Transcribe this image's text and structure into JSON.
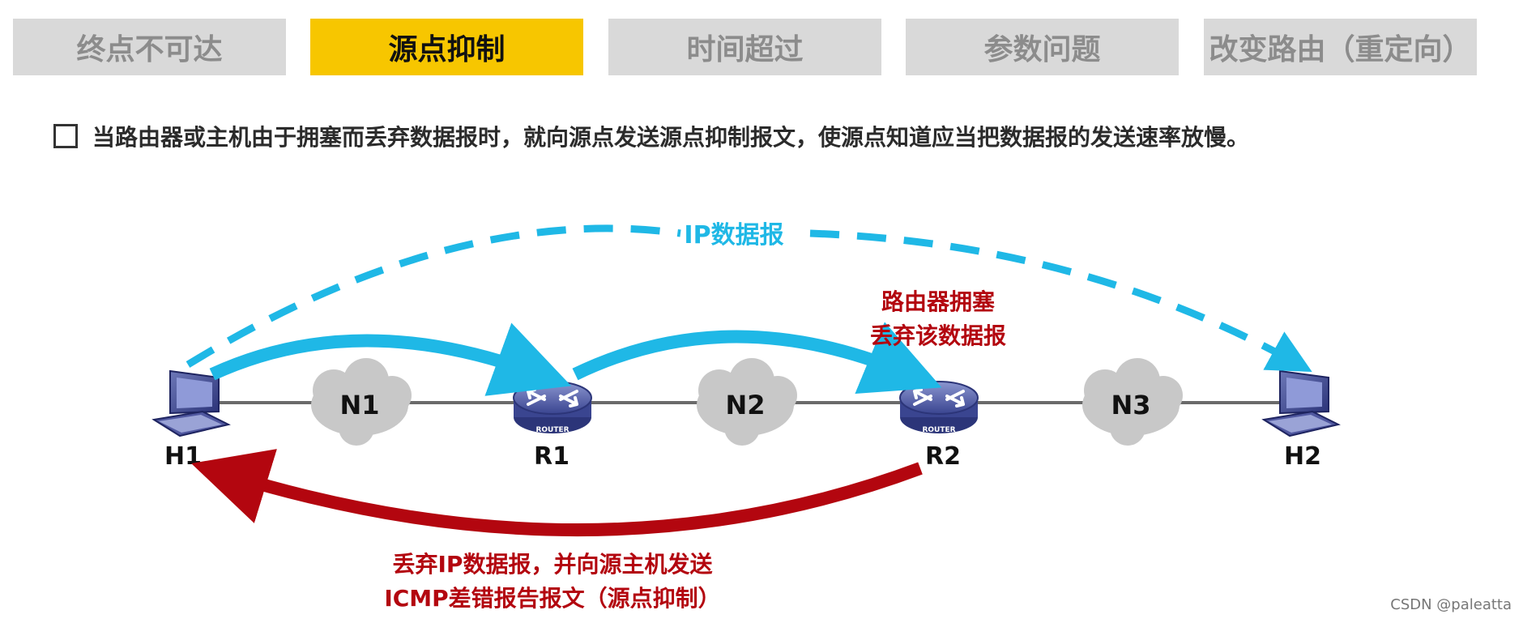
{
  "tabs": [
    {
      "label": "终点不可达",
      "active": false
    },
    {
      "label": "源点抑制",
      "active": true
    },
    {
      "label": "时间超过",
      "active": false
    },
    {
      "label": "参数问题",
      "active": false
    },
    {
      "label": "改变路由（重定向）",
      "active": false
    }
  ],
  "bullet_text": "当路由器或主机由于拥塞而丢弃数据报时，就向源点发送源点抑制报文，使源点知道应当把数据报的发送速率放慢。",
  "diagram": {
    "hosts": [
      "H1",
      "H2"
    ],
    "routers": [
      "R1",
      "R2"
    ],
    "router_badge": "ROUTER",
    "networks": [
      "N1",
      "N2",
      "N3"
    ],
    "ip_label": "IP数据报",
    "congestion_label": [
      "路由器拥塞",
      "丢弃该数据报"
    ],
    "icmp_label": [
      "丢弃IP数据报，并向源主机发送",
      "ICMP差错报告报文（源点抑制）"
    ]
  },
  "colors": {
    "active_tab": "#f7c600",
    "inactive_tab": "#d9d9d9",
    "ip_flow": "#1fb8e6",
    "icmp_flow": "#b3060f"
  },
  "watermark": "CSDN @paleatta"
}
